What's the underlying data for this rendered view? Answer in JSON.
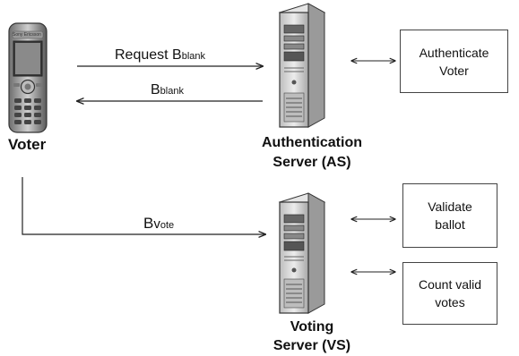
{
  "voter": {
    "label": "Voter",
    "brand": "Sony Ericsson"
  },
  "auth_server": {
    "name_line1": "Authentication",
    "name_line2": "Server (AS)"
  },
  "voting_server": {
    "name_line1": "Voting",
    "name_line2": "Server (VS)"
  },
  "messages": {
    "request": {
      "main": "Request B",
      "sub": "blank"
    },
    "response": {
      "main": "B",
      "sub": "blank"
    },
    "vote": {
      "main": "B",
      "sub_v": "v",
      "sub_rest": "ote"
    }
  },
  "boxes": {
    "authenticate": "Authenticate\nVoter",
    "validate": "Validate\nballot",
    "count": "Count valid\nvotes"
  },
  "colors": {
    "stroke": "#222222",
    "box_border": "#444444",
    "server_body": "#d9d9d9"
  }
}
